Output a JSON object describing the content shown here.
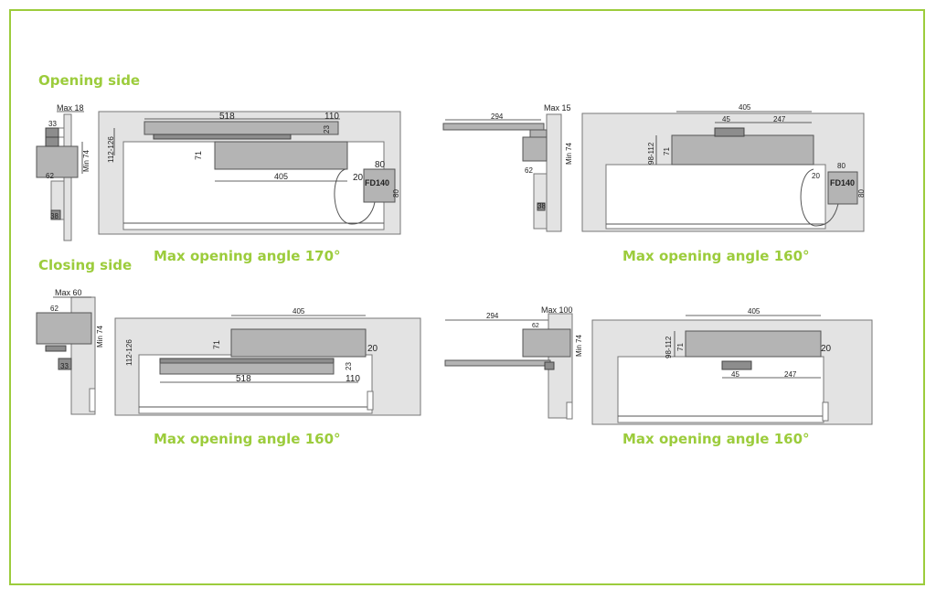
{
  "sections": {
    "opening_side": "Opening side",
    "closing_side": "Closing side"
  },
  "captions": {
    "tl": "Max opening angle 170°",
    "tr": "Max opening angle 160°",
    "bl": "Max opening angle 160°",
    "br": "Max opening angle 160°"
  },
  "labels": {
    "tl": {
      "max": "Max 18",
      "d33": "33",
      "min74": "Min 74",
      "d62": "62",
      "d38": "38",
      "d518": "518",
      "d110": "110",
      "d112126": "112-126",
      "d23": "23",
      "d71": "71",
      "d405": "405",
      "d20": "20",
      "d80a": "80",
      "fd": "FD140",
      "d80b": "80"
    },
    "tr": {
      "d294": "294",
      "max": "Max 15",
      "d98112": "98-112",
      "min74": "Min 74",
      "d62": "62",
      "d38": "38",
      "d405": "405",
      "d45": "45",
      "d247": "247",
      "d71": "71",
      "d20": "20",
      "d80a": "80",
      "fd": "FD140",
      "d80b": "80"
    },
    "bl": {
      "max": "Max 60",
      "d62": "62",
      "min74": "Min 74",
      "d33": "33",
      "d405": "405",
      "d112126": "112-126",
      "d71": "71",
      "d20": "20",
      "d23": "23",
      "d518": "518",
      "d110": "110"
    },
    "br": {
      "d294": "294",
      "max": "Max 100",
      "d62": "62",
      "min74": "Min 74",
      "d98112": "98-112",
      "d71": "71",
      "d405": "405",
      "d20": "20",
      "d45": "45",
      "d247": "247"
    }
  },
  "colors": {
    "accent": "#9ccc3c",
    "wall": "#e3e3e3",
    "closer": "#b4b4b4"
  }
}
